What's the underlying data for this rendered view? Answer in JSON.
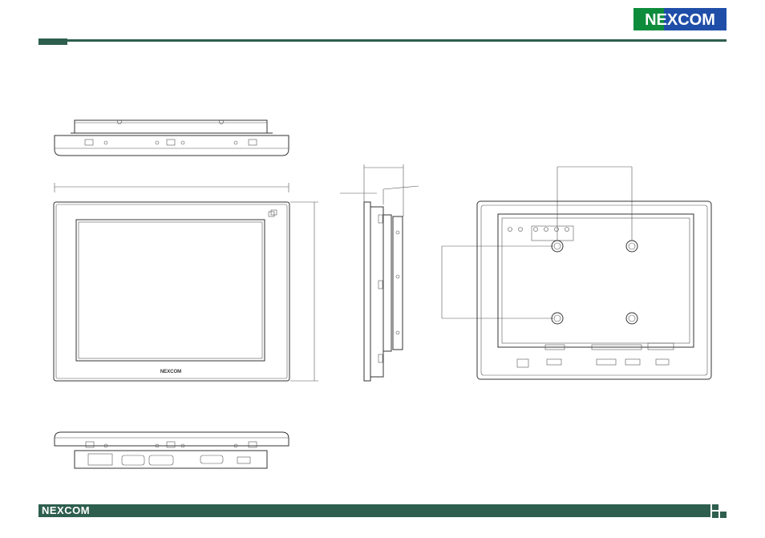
{
  "header": {
    "logo_text": "NEXCOM",
    "logo_colors": {
      "brand_green": "#0d8c3c",
      "brand_blue": "#1f4ea8",
      "accent": "#2e5e4e"
    }
  },
  "footer": {
    "logo_text": "NEXCOM"
  },
  "drawing": {
    "views": [
      "top-view",
      "front-view",
      "side-view",
      "rear-view",
      "bottom-view"
    ],
    "front_badge_text": "NEXCOM"
  }
}
